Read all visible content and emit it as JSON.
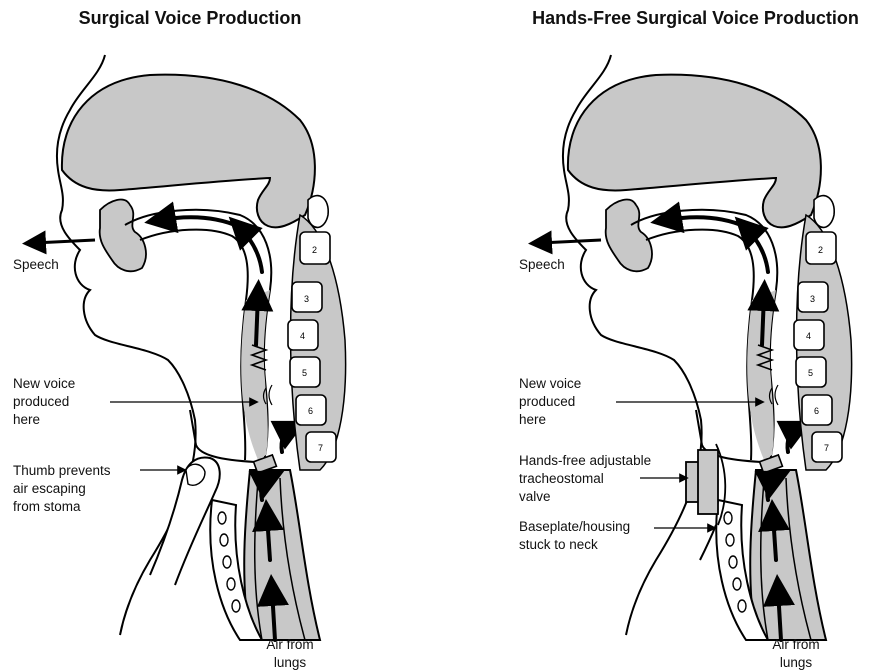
{
  "panels": [
    {
      "title": "Surgical Voice Production",
      "labels": {
        "speech": "Speech",
        "new_voice": [
          "New voice",
          "produced",
          "here"
        ],
        "thumb": [
          "Thumb prevents",
          "air escaping",
          "from stoma"
        ],
        "air": [
          "Air from",
          "lungs"
        ]
      }
    },
    {
      "title": "Hands-Free Surgical Voice Production",
      "labels": {
        "speech": "Speech",
        "new_voice": [
          "New voice",
          "produced",
          "here"
        ],
        "valve": [
          "Hands-free adjustable",
          "tracheostomal",
          "valve"
        ],
        "baseplate": [
          "Baseplate/housing",
          "stuck to neck"
        ],
        "air": [
          "Air from",
          "lungs"
        ]
      }
    }
  ],
  "vertebra_numbers": [
    "2",
    "3",
    "4",
    "5",
    "6",
    "7"
  ],
  "colors": {
    "tissue": "#c8c8c8",
    "line": "#000000",
    "background": "#ffffff"
  }
}
